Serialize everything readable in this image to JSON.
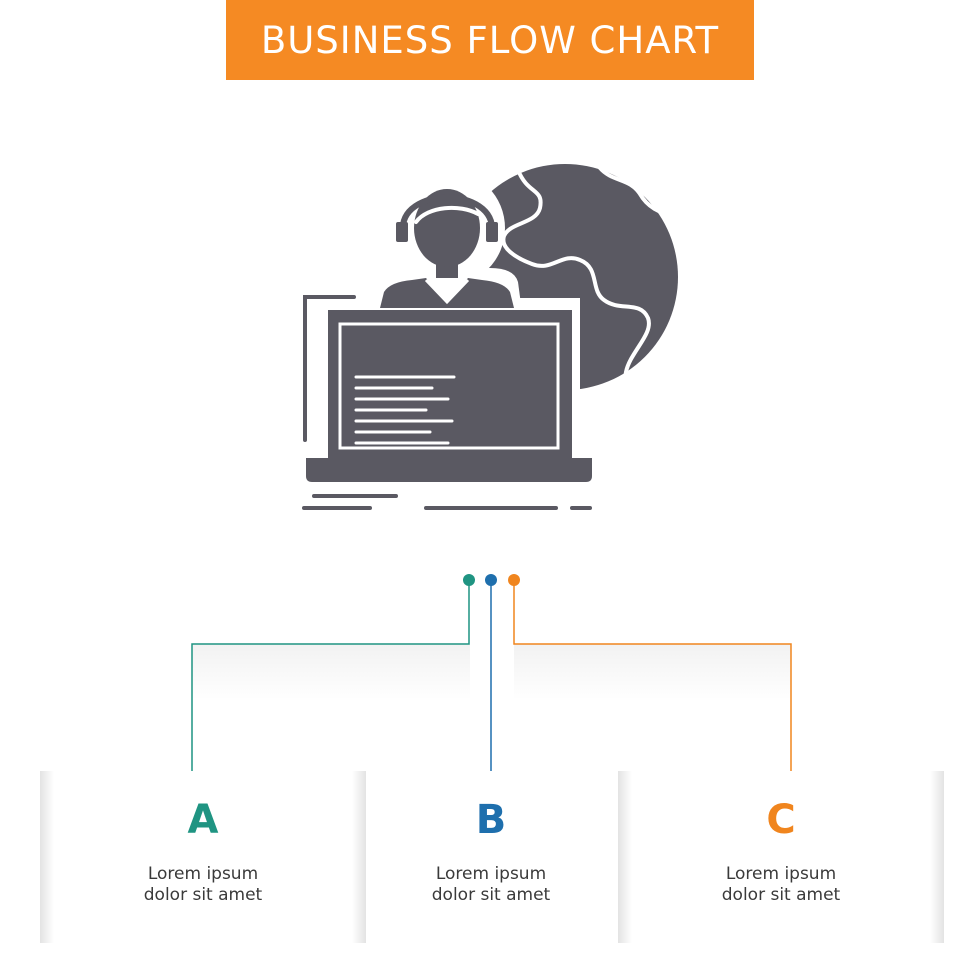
{
  "header": {
    "title": "BUSINESS FLOW CHART"
  },
  "colors": {
    "banner": "#f58a23",
    "icon": "#5a5962",
    "step_a": "#1f9482",
    "step_b": "#1e6fad",
    "step_c": "#f0851e"
  },
  "icon": {
    "name": "support-agent-laptop-globe-icon"
  },
  "steps": [
    {
      "letter": "A",
      "line1": "Lorem ipsum",
      "line2": "dolor sit amet"
    },
    {
      "letter": "B",
      "line1": "Lorem ipsum",
      "line2": "dolor sit amet"
    },
    {
      "letter": "C",
      "line1": "Lorem ipsum",
      "line2": "dolor sit amet"
    }
  ]
}
